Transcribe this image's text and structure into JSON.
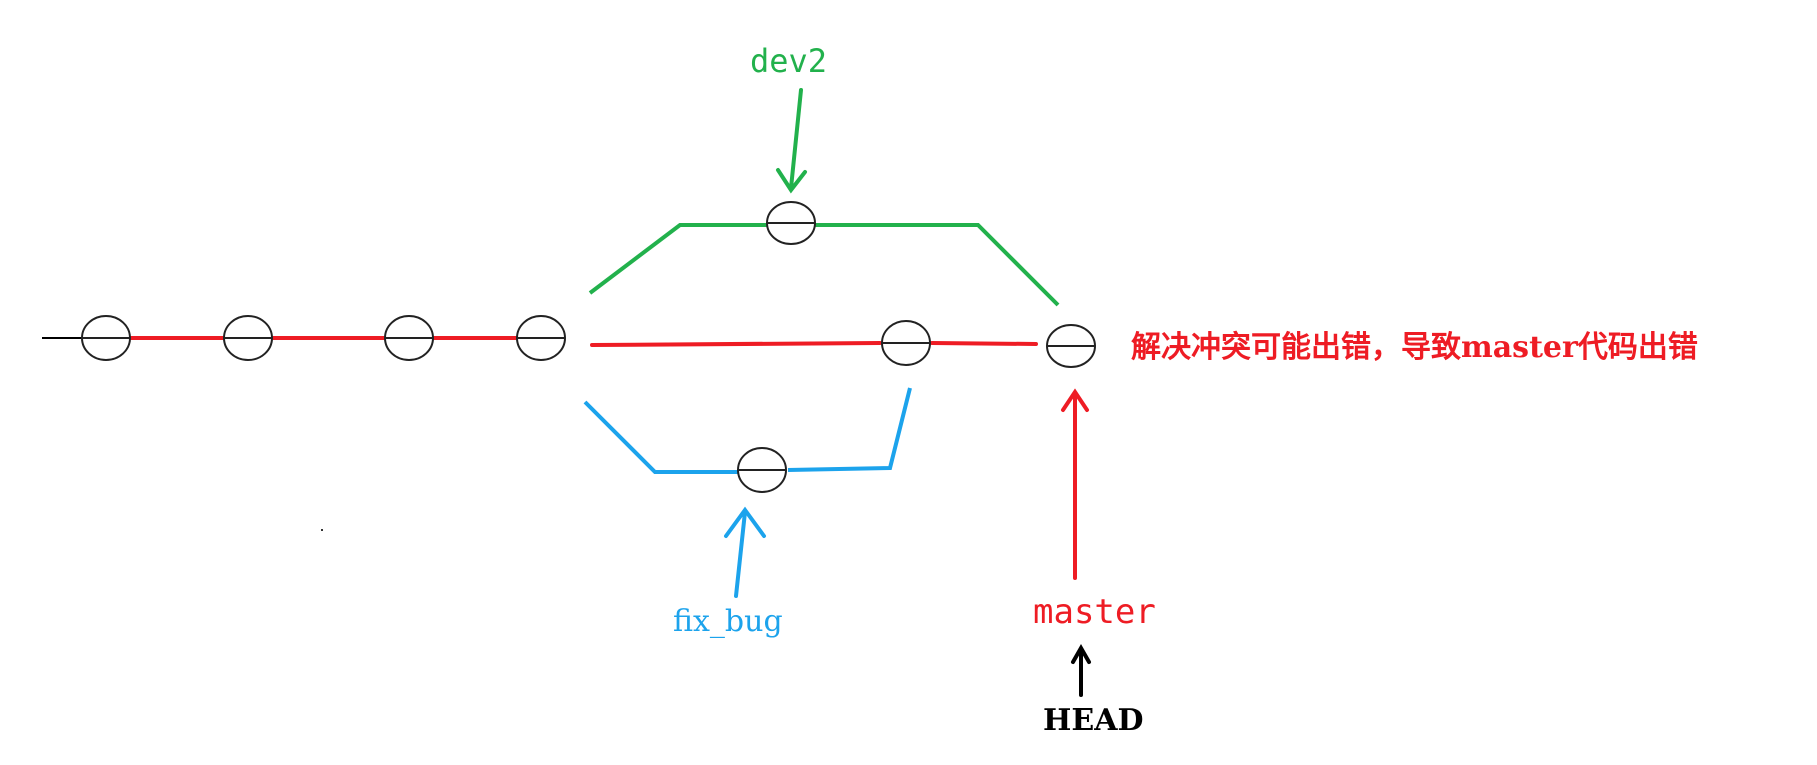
{
  "colors": {
    "main": "#ee1c24",
    "dev2": "#22b14c",
    "fix_bug": "#1ca3ec",
    "head": "#000000",
    "commit_stroke": "#222222"
  },
  "labels": {
    "dev2": "dev2",
    "fix_bug": "fix_bug",
    "master": "master",
    "head": "HEAD",
    "note": "解决冲突可能出错，导致master代码出错"
  }
}
